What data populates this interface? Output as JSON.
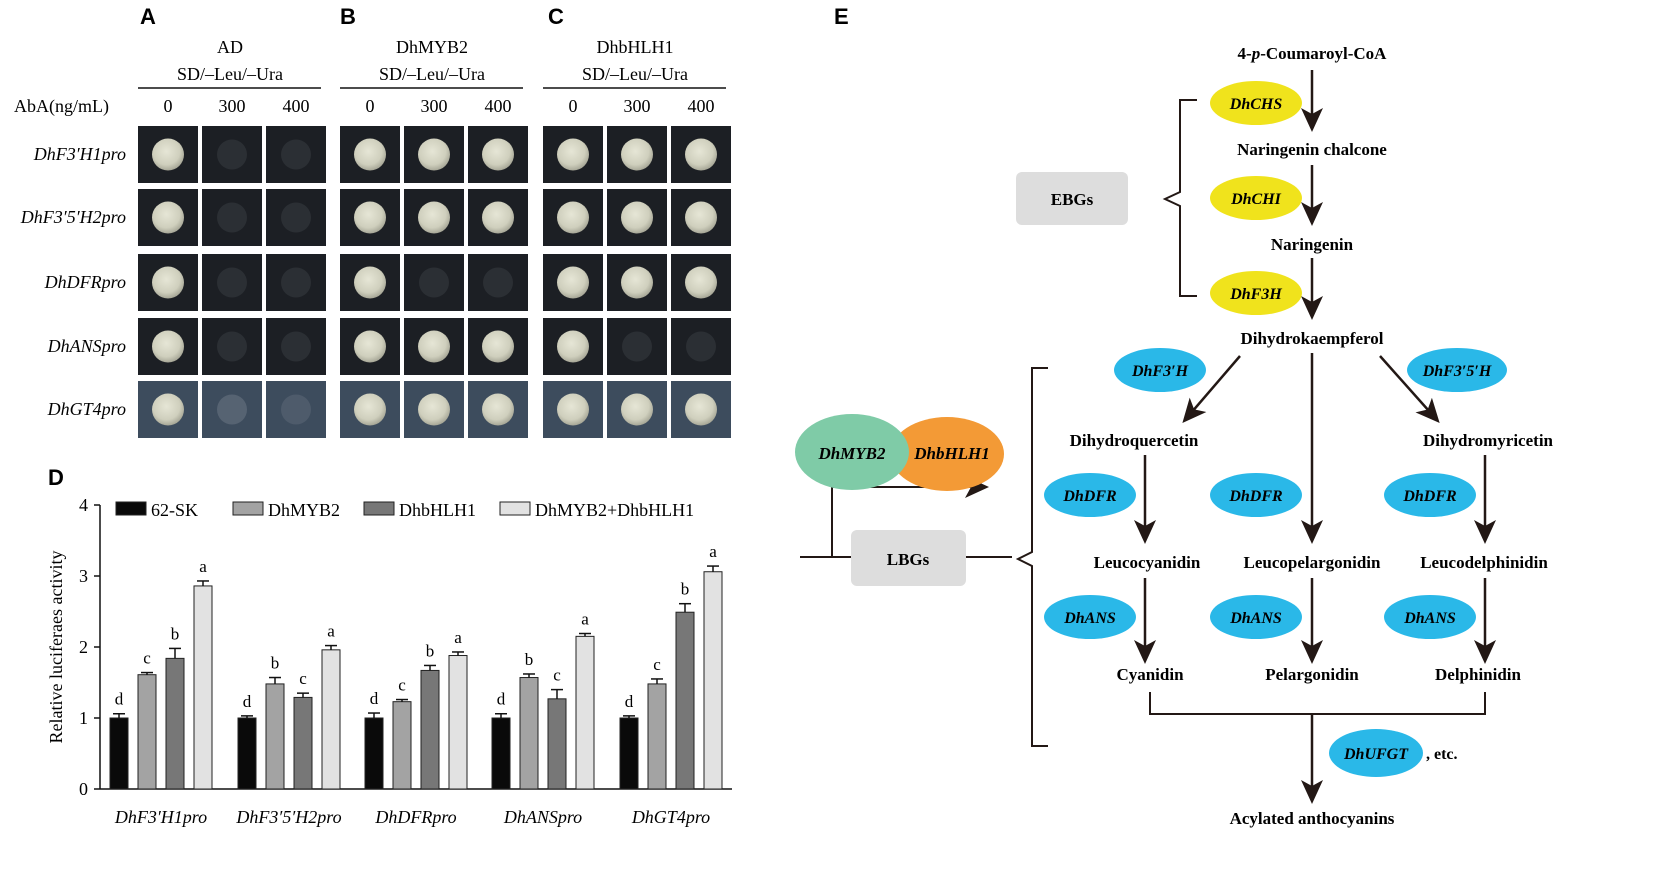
{
  "panels": {
    "A": "A",
    "B": "B",
    "C": "C",
    "D": "D",
    "E": "E"
  },
  "yeast": {
    "medium": "SD/–Leu/–Ura",
    "aba_label": "AbA(ng/mL)",
    "groups": [
      {
        "name": "AD",
        "concentrations": [
          "0",
          "300",
          "400"
        ]
      },
      {
        "name": "DhMYB2",
        "concentrations": [
          "0",
          "300",
          "400"
        ]
      },
      {
        "name": "DhbHLH1",
        "concentrations": [
          "0",
          "300",
          "400"
        ]
      }
    ],
    "rows": [
      "DhF3′H1pro",
      "DhF3′5′H2pro",
      "DhDFRpro",
      "DhANSpro",
      "DhGT4pro"
    ],
    "growth": [
      [
        [
          1,
          0,
          0
        ],
        [
          1,
          1,
          1
        ],
        [
          1,
          1,
          1
        ]
      ],
      [
        [
          1,
          0,
          0
        ],
        [
          1,
          1,
          1
        ],
        [
          1,
          1,
          1
        ]
      ],
      [
        [
          1,
          0,
          0
        ],
        [
          1,
          0,
          0
        ],
        [
          1,
          1,
          1
        ]
      ],
      [
        [
          1,
          0,
          0
        ],
        [
          1,
          1,
          1
        ],
        [
          1,
          0,
          0
        ]
      ],
      [
        [
          1,
          0.15,
          0.1
        ],
        [
          1,
          1,
          1
        ],
        [
          1,
          1,
          1
        ]
      ]
    ]
  },
  "chart_data": {
    "type": "bar",
    "ylabel": "Relative luciferaes activity",
    "xlabel": "",
    "ylim": [
      0,
      4
    ],
    "yticks": [
      "0",
      "1",
      "2",
      "3",
      "4"
    ],
    "categories": [
      "DhF3′H1pro",
      "DhF3′5′H2pro",
      "DhDFRpro",
      "DhANSpro",
      "DhGT4pro"
    ],
    "legend_position": "top",
    "series": [
      {
        "name": "62-SK",
        "color": "#0a0a0a",
        "values": [
          1.0,
          1.0,
          1.0,
          1.0,
          1.0
        ],
        "errors": [
          0.06,
          0.03,
          0.07,
          0.06,
          0.03
        ],
        "labels": [
          "d",
          "d",
          "d",
          "d",
          "d"
        ]
      },
      {
        "name": "DhMYB2",
        "color": "#a3a3a3",
        "values": [
          1.61,
          1.48,
          1.23,
          1.57,
          1.48
        ],
        "errors": [
          0.03,
          0.09,
          0.03,
          0.05,
          0.07
        ],
        "labels": [
          "c",
          "b",
          "c",
          "b",
          "c"
        ]
      },
      {
        "name": "DhbHLH1",
        "color": "#777777",
        "values": [
          1.84,
          1.29,
          1.67,
          1.27,
          2.49
        ],
        "errors": [
          0.14,
          0.06,
          0.07,
          0.13,
          0.12
        ],
        "labels": [
          "b",
          "c",
          "b",
          "c",
          "b"
        ]
      },
      {
        "name": "DhMYB2+DhbHLH1",
        "color": "#e2e2e2",
        "values": [
          2.86,
          1.96,
          1.88,
          2.15,
          3.06
        ],
        "errors": [
          0.07,
          0.06,
          0.05,
          0.04,
          0.08
        ],
        "labels": [
          "a",
          "a",
          "a",
          "a",
          "a"
        ]
      }
    ]
  },
  "pathway": {
    "ebg_label": "EBGs",
    "lbg_label": "LBGs",
    "tf1": "DhMYB2",
    "tf2": "DhbHLH1",
    "nodes": {
      "coumaroyl_pre": "4-",
      "coumaroyl_italic": "p",
      "coumaroyl_post": "-Coumaroyl-CoA",
      "naringenin_chalcone": "Naringenin chalcone",
      "naringenin": "Naringenin",
      "dihydrokaempferol": "Dihydrokaempferol",
      "dihydroquercetin": "Dihydroquercetin",
      "dihydromyricetin": "Dihydromyricetin",
      "leucocyanidin": "Leucocyanidin",
      "leucopelargonidin": "Leucopelargonidin",
      "leucodelphinidin": "Leucodelphinidin",
      "cyanidin": "Cyanidin",
      "pelargonidin": "Pelargonidin",
      "delphinidin": "Delphinidin",
      "acylated": "Acylated anthocyanins"
    },
    "enzymes": {
      "chs": "DhCHS",
      "chi": "DhCHI",
      "f3h": "DhF3H",
      "f3ph": "DhF3′H",
      "f35ph": "DhF3′5′H",
      "dfr": "DhDFR",
      "ans": "DhANS",
      "ufgt": "DhUFGT"
    },
    "etc": ", etc.",
    "colors": {
      "ebg_enzyme": "#f0e31c",
      "lbg_enzyme": "#2ab8e8",
      "myb": "#7fcba7",
      "bhlh": "#f39a36",
      "box": "#dddddd"
    }
  }
}
